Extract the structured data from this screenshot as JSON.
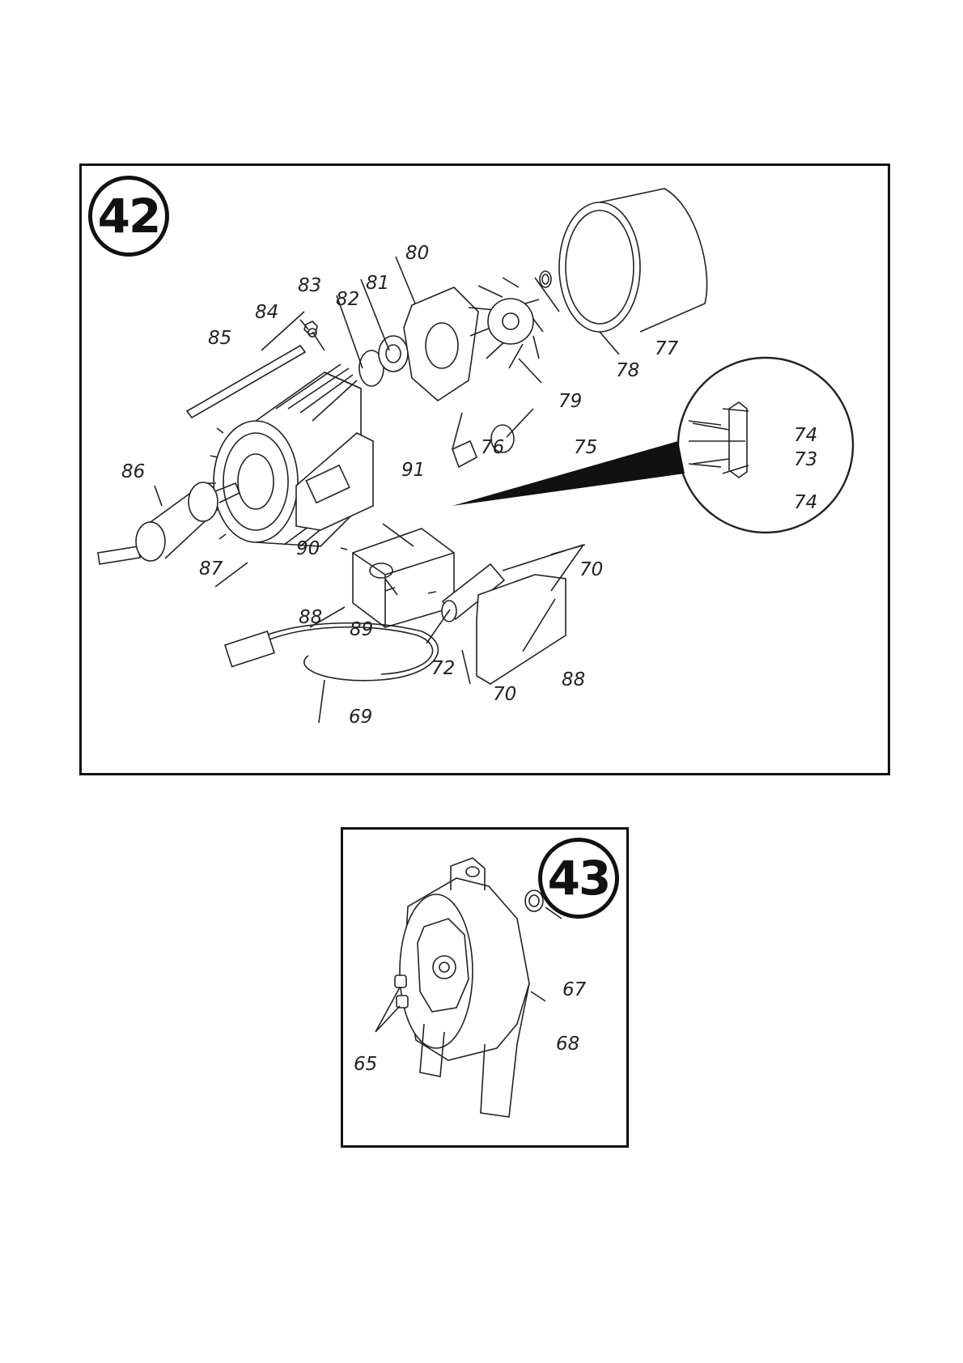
{
  "figures": [
    {
      "id": "42",
      "badge": "42",
      "callouts": [
        "69",
        "70",
        "70",
        "72",
        "73",
        "74",
        "74",
        "75",
        "76",
        "77",
        "78",
        "79",
        "80",
        "81",
        "82",
        "83",
        "84",
        "85",
        "86",
        "87",
        "88",
        "88",
        "89",
        "90",
        "91"
      ]
    },
    {
      "id": "43",
      "badge": "43",
      "callouts": [
        "65",
        "67",
        "68"
      ]
    }
  ],
  "colors": {
    "line": "#222222",
    "frame": "#111111",
    "background": "#ffffff"
  }
}
